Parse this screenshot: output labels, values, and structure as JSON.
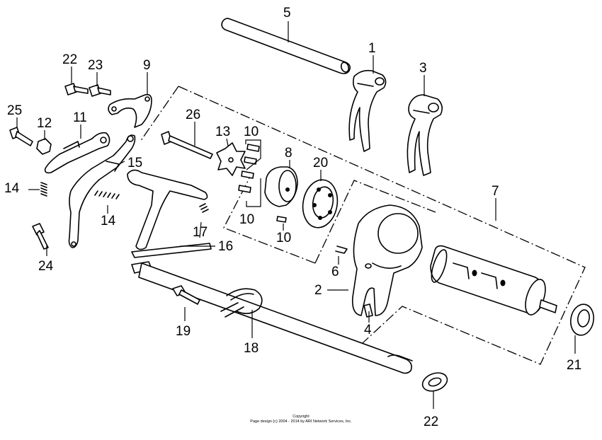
{
  "diagram": {
    "labels": [
      {
        "id": "p5",
        "text": "5"
      },
      {
        "id": "p1",
        "text": "1"
      },
      {
        "id": "p3",
        "text": "3"
      },
      {
        "id": "p22a",
        "text": "22"
      },
      {
        "id": "p23",
        "text": "23"
      },
      {
        "id": "p9",
        "text": "9"
      },
      {
        "id": "p25",
        "text": "25"
      },
      {
        "id": "p12",
        "text": "12"
      },
      {
        "id": "p11",
        "text": "11"
      },
      {
        "id": "p26",
        "text": "26"
      },
      {
        "id": "p13",
        "text": "13"
      },
      {
        "id": "p10a",
        "text": "10"
      },
      {
        "id": "p8",
        "text": "8"
      },
      {
        "id": "p20",
        "text": "20"
      },
      {
        "id": "p15",
        "text": "15"
      },
      {
        "id": "p14a",
        "text": "14"
      },
      {
        "id": "p14b",
        "text": "14"
      },
      {
        "id": "p10b",
        "text": "10"
      },
      {
        "id": "p10c",
        "text": "10"
      },
      {
        "id": "p7",
        "text": "7"
      },
      {
        "id": "p17",
        "text": "17"
      },
      {
        "id": "p16",
        "text": "16"
      },
      {
        "id": "p24",
        "text": "24"
      },
      {
        "id": "p6",
        "text": "6"
      },
      {
        "id": "p2",
        "text": "2"
      },
      {
        "id": "p4",
        "text": "4"
      },
      {
        "id": "p19",
        "text": "19"
      },
      {
        "id": "p18",
        "text": "18"
      },
      {
        "id": "p21",
        "text": "21"
      },
      {
        "id": "p22b",
        "text": "22"
      }
    ],
    "copyright_line1": "Copyright",
    "copyright_line2": "Page design (c) 2004 - 2014 by ARI Network Services, Inc."
  }
}
